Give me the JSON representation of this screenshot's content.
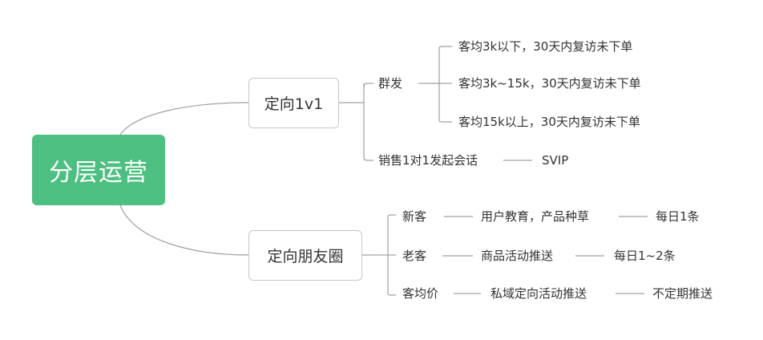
{
  "root": "分层运营",
  "branch1": {
    "label": "定向1v1",
    "group": {
      "label": "群发",
      "items": [
        "客均3k以下，30天内复访未下单",
        "客均3k~15k，30天内复访未下单",
        "客均15k以上，30天内复访未下单"
      ]
    },
    "sales": {
      "label": "销售1对1发起会话",
      "tag": "SVIP"
    }
  },
  "branch2": {
    "label": "定向朋友圈",
    "rows": [
      {
        "segment": "新客",
        "content": "用户教育，产品种草",
        "frequency": "每日1条"
      },
      {
        "segment": "老客",
        "content": "商品活动推送",
        "frequency": "每日1~2条"
      },
      {
        "segment": "客均价",
        "content": "私域定向活动推送",
        "frequency": "不定期推送"
      }
    ]
  },
  "colors": {
    "root_fill": "#4dbf80",
    "line": "#999999",
    "box_border": "#c7c7c7"
  }
}
